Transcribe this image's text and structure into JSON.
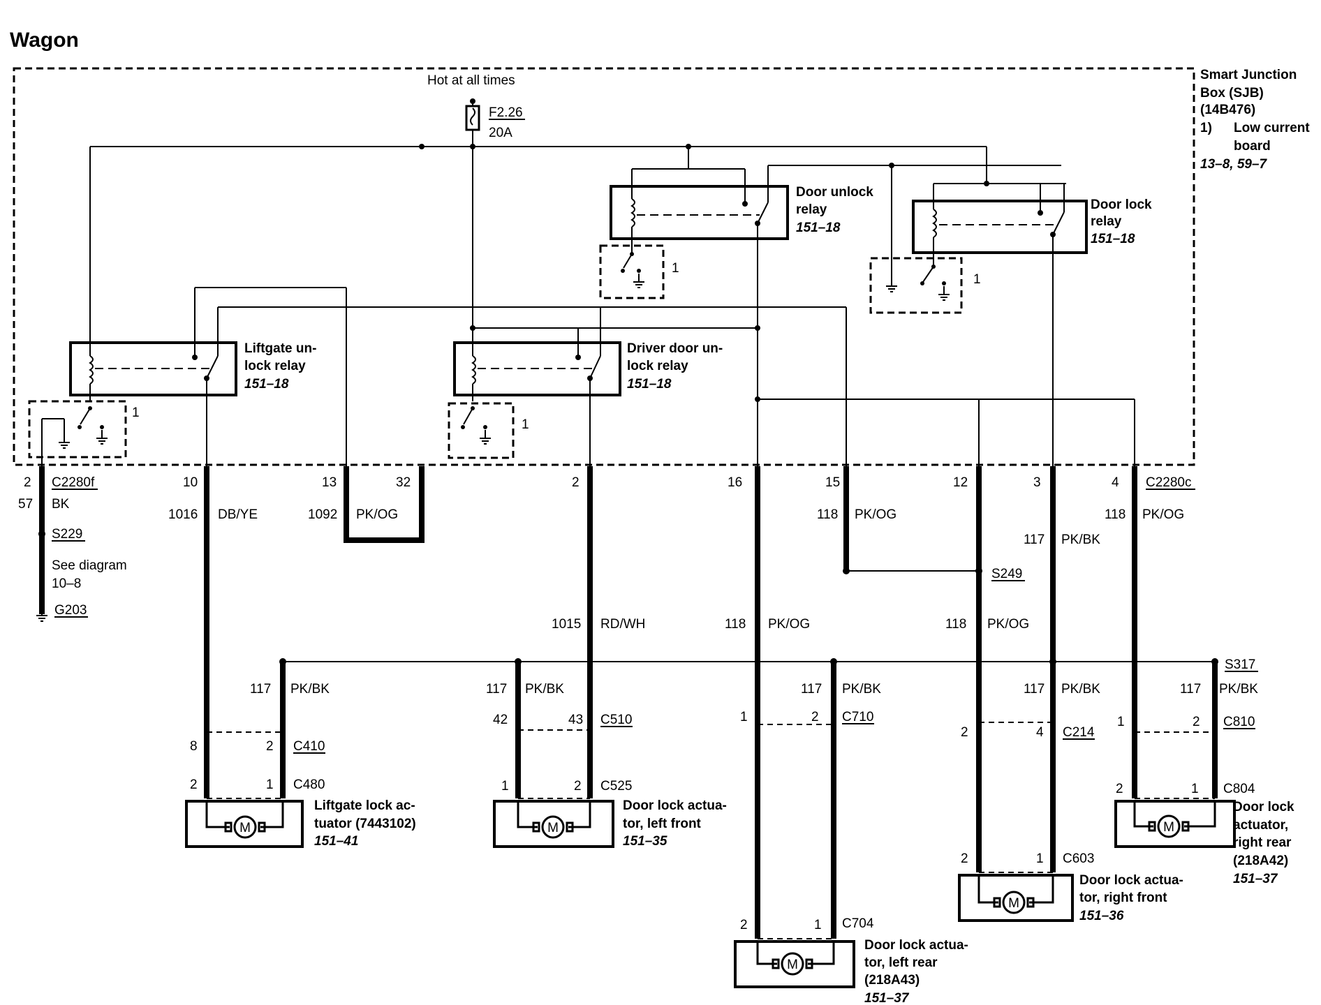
{
  "title": "Wagon",
  "sjb": {
    "lines": [
      "Smart Junction",
      "Box (SJB)",
      "(14B476)"
    ],
    "note_num": "1)",
    "note_lines": [
      "Low current",
      "board"
    ],
    "ref": "13–8, 59–7"
  },
  "power": {
    "label": "Hot at all times",
    "fuse": "F2.26",
    "rating": "20A"
  },
  "relays": {
    "door_unlock": {
      "lines": [
        "Door unlock",
        "relay"
      ],
      "ref": "151–18"
    },
    "door_lock": {
      "lines": [
        "Door lock",
        "relay"
      ],
      "ref": "151–18"
    },
    "liftgate_unlock": {
      "lines": [
        "Liftgate un-",
        "lock relay"
      ],
      "ref": "151–18"
    },
    "driver_door_unlock": {
      "lines": [
        "Driver door un-",
        "lock relay"
      ],
      "ref": "151–18"
    }
  },
  "board_ref": "1",
  "connectors": {
    "c2280f": "C2280f",
    "c2280c": "C2280c",
    "c410": "C410",
    "c480": "C480",
    "c510": "C510",
    "c525": "C525",
    "c710": "C710",
    "c704": "C704",
    "c214": "C214",
    "c603": "C603",
    "c810": "C810",
    "c804": "C804"
  },
  "splices": {
    "s229": "S229",
    "s249": "S249",
    "s317": "S317"
  },
  "ground": {
    "g203": "G203",
    "see": [
      "See diagram",
      "10–8"
    ]
  },
  "pins": {
    "p2": "2",
    "p10": "10",
    "p13": "13",
    "p32": "32",
    "p2b": "2",
    "p16": "16",
    "p15": "15",
    "p12": "12",
    "p3": "3",
    "p4": "4",
    "c410_8": "8",
    "c410_2": "2",
    "c480_2": "2",
    "c480_1": "1",
    "c510_42": "42",
    "c510_43": "43",
    "c525_1": "1",
    "c525_2": "2",
    "c710_1": "1",
    "c710_2": "2",
    "c704_2": "2",
    "c704_1": "1",
    "c214_2": "2",
    "c214_4": "4",
    "c603_2": "2",
    "c603_1": "1",
    "c810_1": "1",
    "c810_2": "2",
    "c804_2": "2",
    "c804_1": "1"
  },
  "circuits": [
    {
      "num": "57",
      "color": "BK"
    },
    {
      "num": "1016",
      "color": "DB/YE"
    },
    {
      "num": "1092",
      "color": "PK/OG"
    },
    {
      "num": "118",
      "color": "PK/OG"
    },
    {
      "num": "118",
      "color": "PK/OG"
    },
    {
      "num": "117",
      "color": "PK/BK"
    },
    {
      "num": "1015",
      "color": "RD/WH"
    },
    {
      "num": "118",
      "color": "PK/OG"
    },
    {
      "num": "118",
      "color": "PK/OG"
    },
    {
      "num": "117",
      "color": "PK/BK"
    },
    {
      "num": "117",
      "color": "PK/BK"
    },
    {
      "num": "117",
      "color": "PK/BK"
    },
    {
      "num": "117",
      "color": "PK/BK"
    },
    {
      "num": "117",
      "color": "PK/BK"
    }
  ],
  "actuators": {
    "liftgate": {
      "lines": [
        "Liftgate lock ac-",
        "tuator (7443102)"
      ],
      "ref": "151–41"
    },
    "left_front": {
      "lines": [
        "Door lock actua-",
        "tor, left front"
      ],
      "ref": "151–35"
    },
    "left_rear": {
      "lines": [
        "Door lock actua-",
        "tor, left rear",
        "(218A43)"
      ],
      "ref": "151–37"
    },
    "right_front": {
      "lines": [
        "Door lock actua-",
        "tor, right front"
      ],
      "ref": "151–36"
    },
    "right_rear": {
      "lines": [
        "Door lock",
        "actuator,",
        "right rear",
        "(218A42)"
      ],
      "ref": "151–37"
    }
  },
  "motor_symbol": "M"
}
